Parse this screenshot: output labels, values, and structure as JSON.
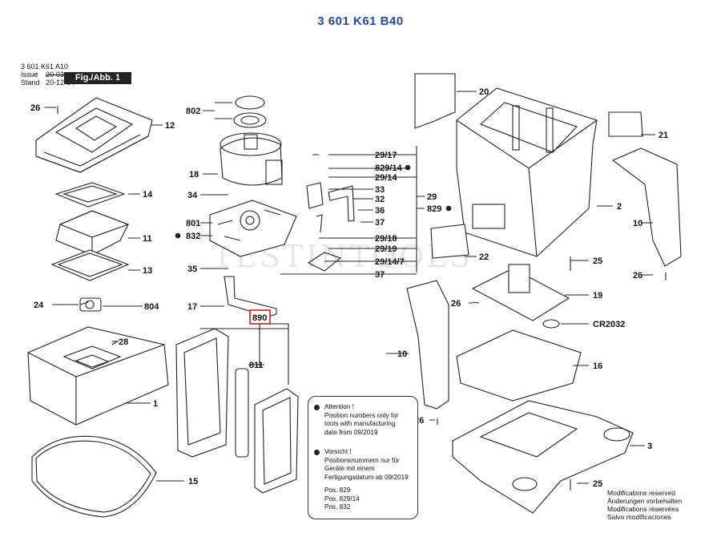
{
  "title": "3 601 K61 B40",
  "header": {
    "ref": "3 601 K61 A10",
    "issue_label": "Issue",
    "issue_value": "20-03",
    "stand_label": "Stand",
    "stand_value": "20-12-04",
    "fig_label": "Fig./Abb. 1"
  },
  "watermark": "TESTINTOOLS",
  "labels": {
    "p26a": "26",
    "p12": "12",
    "p802": "802",
    "p18": "18",
    "p34": "34",
    "p801": "801",
    "p832": "832",
    "p14": "14",
    "p11": "11",
    "p13": "13",
    "p35": "35",
    "p17": "17",
    "p24": "24",
    "p804": "804",
    "p28": "28",
    "p890": "890",
    "p811": "811",
    "p1": "1",
    "p15": "15",
    "p29_17": "29/17",
    "p829_14": "829/14",
    "p29_14": "29/14",
    "p33": "33",
    "p32": "32",
    "p36": "36",
    "p37a": "37",
    "p29_18": "29/18",
    "p29_19": "29/19",
    "p29_14_7": "29/14/7",
    "p37b": "37",
    "p29": "29",
    "p829": "829",
    "p20": "20",
    "p21": "21",
    "p2": "2",
    "p10a": "10",
    "p22": "22",
    "p25a": "25",
    "p26b": "26",
    "p19": "19",
    "p26c": "26",
    "pcr": "CR2032",
    "p16": "16",
    "p10b": "10",
    "p26d": "26",
    "p3": "3",
    "p25b": "25"
  },
  "note": {
    "en_title": "Attention !",
    "en_text1": "Position numbers only for",
    "en_text2": "tools with manufacturing",
    "en_text3": "date from 09/2019",
    "de_title": "Vorsicht !",
    "de_text1": "Positionsnummern nur für",
    "de_text2": "Geräte mit einem",
    "de_text3": "Fertigungsdatum ab 09/2019",
    "pos1": "Pos. 829",
    "pos2": "Pos. 829/14",
    "pos3": "Pos. 832"
  },
  "modifications": {
    "en": "Modifications reserved",
    "de": "Änderungen vorbehalten",
    "fr": "Modifications réservées",
    "es": "Salvo modificaciones"
  }
}
